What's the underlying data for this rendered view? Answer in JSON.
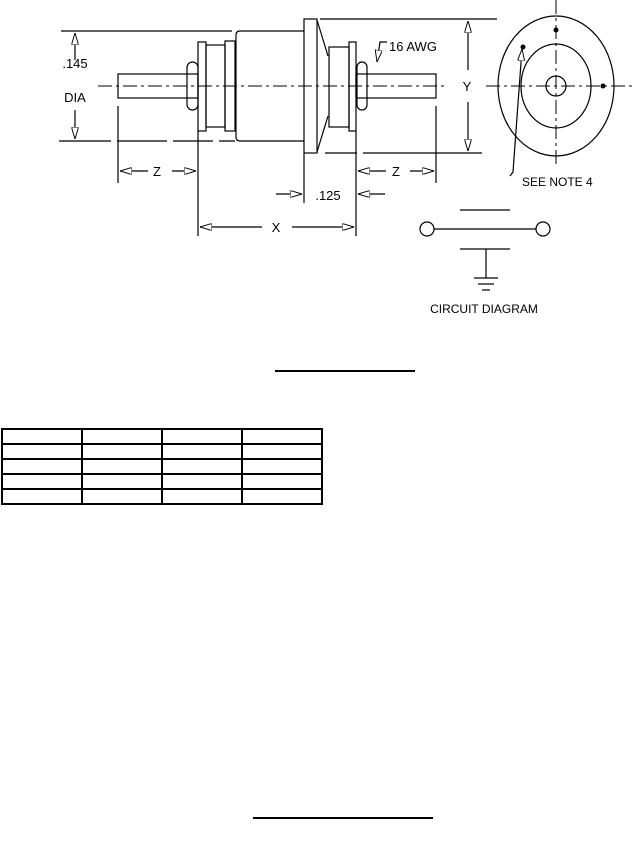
{
  "drawing": {
    "dim_dia_value": ".145",
    "dim_dia_label": "DIA",
    "dim_z": "Z",
    "dim_x": "X",
    "dim_y": "Y",
    "dim_125": ".125",
    "wire_gauge": "16 AWG",
    "note_ref": "SEE NOTE 4"
  },
  "circuit": {
    "title": "CIRCUIT DIAGRAM"
  },
  "table": {
    "rows": [
      [
        "",
        "",
        "",
        ""
      ],
      [
        "",
        "",
        "",
        ""
      ],
      [
        "",
        "",
        "",
        ""
      ],
      [
        "",
        "",
        "",
        ""
      ],
      [
        "",
        "",
        "",
        ""
      ]
    ]
  }
}
